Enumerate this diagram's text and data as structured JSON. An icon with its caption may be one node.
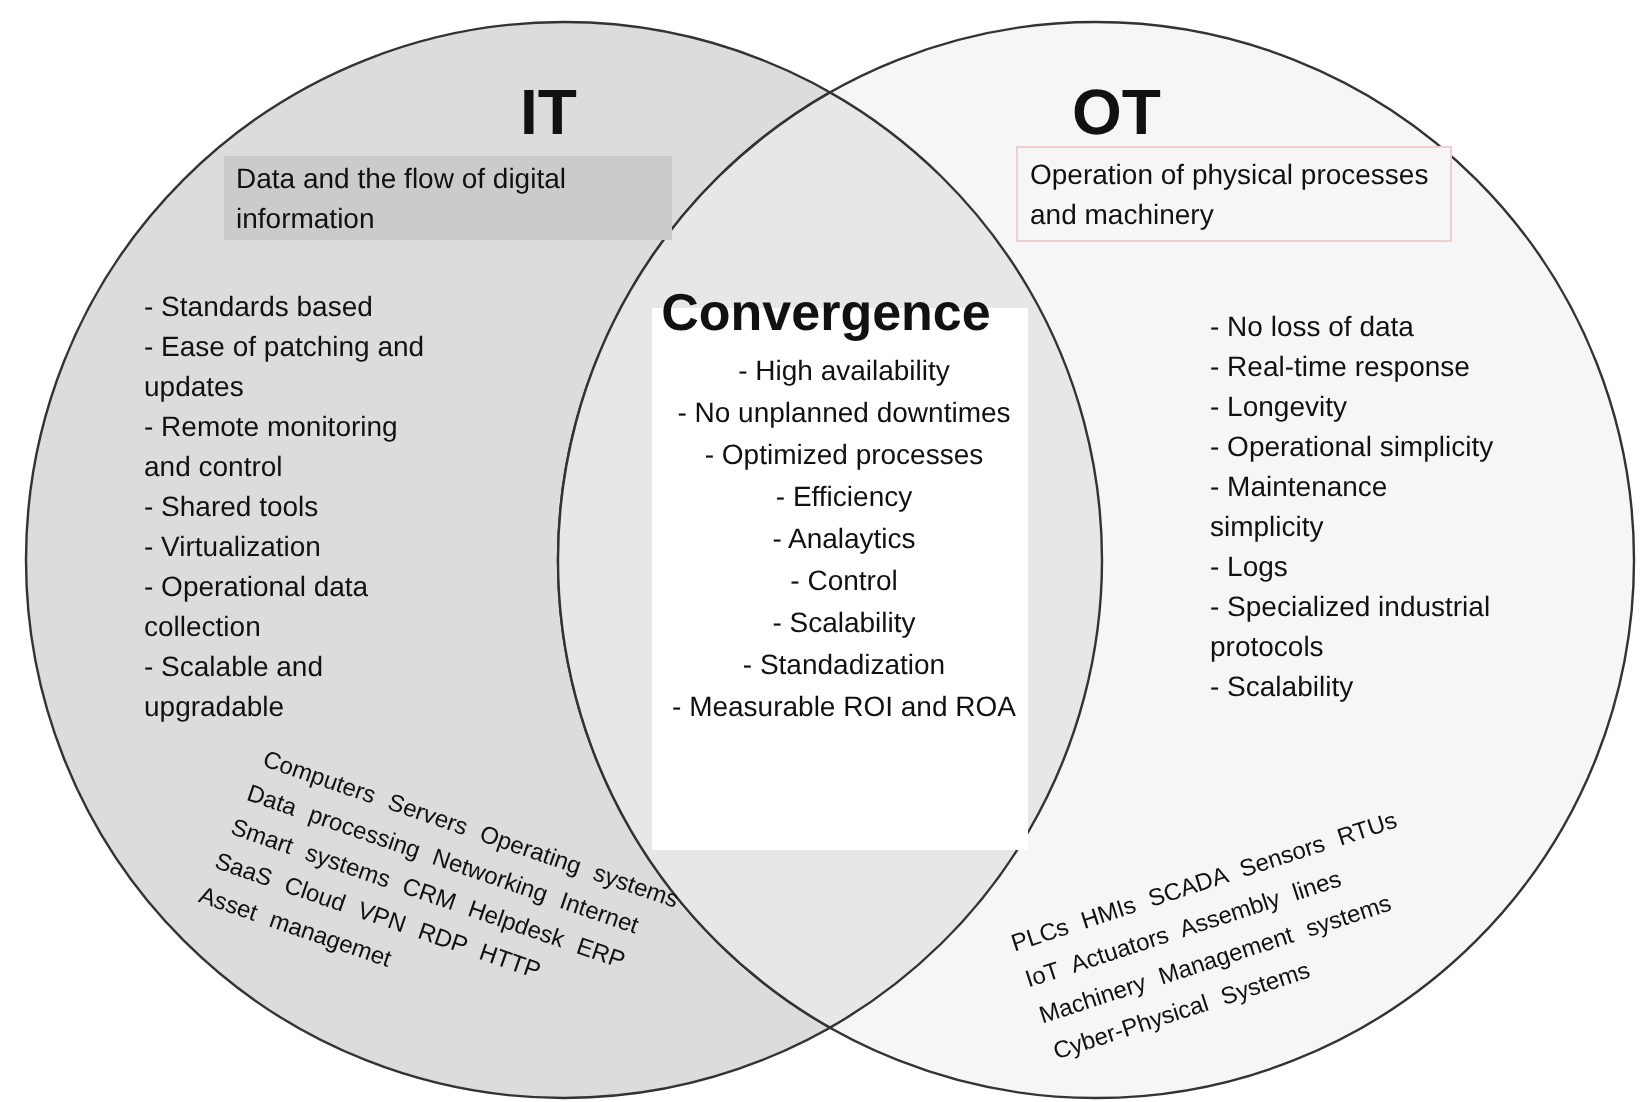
{
  "diagram": {
    "nodes": [
      {
        "text": [
          "IT",
          "- Standards based",
          "- Ease of patching and updates",
          "- Remote monitoring and control",
          "- Shared tools",
          "- Virtualization",
          "- Operational data collection",
          "- Scalable and upgradable",
          "Computers Servers Operating systems",
          "Data processing Networking Internet",
          "Smart systems CRM Helpdesk ERP",
          "SaaS Cloud VPN RDP HTTP",
          "Asset managemet"
        ]
      },
      {
        "text": [
          "Data and the flow of digital information"
        ],
        "in": 0
      },
      {
        "text": [
          "OT",
          "- No loss of data",
          "- Real-time response",
          "- Longevity",
          "- Operational simplicity",
          "- Maintenance simplicity",
          "- Logs",
          "- Specialized industrial protocols",
          "- Scalability",
          "PLCs HMIs SCADA Sensors RTUs",
          "IoT Actuators Assembly lines",
          "Machinery Management systems",
          "Cyber-Physical Systems"
        ]
      },
      {
        "text": [
          "Operation of physical processes and machinery"
        ],
        "in": 2
      },
      {
        "text": [
          "Convergence",
          "- High availability",
          "- No unplanned downtimes",
          "- Optimized processes",
          "- Efficiency",
          "- Analaytics",
          "- Control",
          "- Scalability",
          "- Standadization",
          "- Measurable ROI and ROA"
        ]
      }
    ]
  }
}
